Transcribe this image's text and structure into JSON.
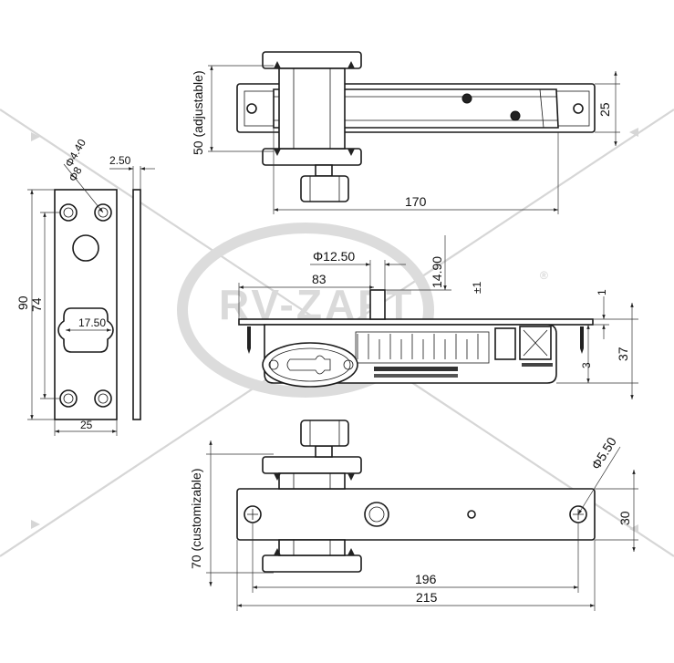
{
  "watermark": {
    "brand": "RV-ZAFT",
    "registered": "®"
  },
  "top_view": {
    "dims": {
      "adjustable": "50 (adjustable)",
      "height": "25",
      "length": "170"
    }
  },
  "side_plate": {
    "dims": {
      "hole_outer": "Φ4.40",
      "hole_inner": "Φ8",
      "thickness": "2.50",
      "total_height": "90",
      "hole_spacing": "74",
      "width": "25",
      "slot": "17.50"
    }
  },
  "side_view": {
    "dims": {
      "diameter": "Φ12.50",
      "offset": "83",
      "stroke": "14.90",
      "tolerance": "±1",
      "top_gap": "1",
      "thickness": "3",
      "height": "37"
    }
  },
  "bottom_view": {
    "dims": {
      "customizable": "70 (customizable)",
      "hole": "Φ5.50",
      "height": "30",
      "hole_spacing": "196",
      "length": "215"
    }
  }
}
